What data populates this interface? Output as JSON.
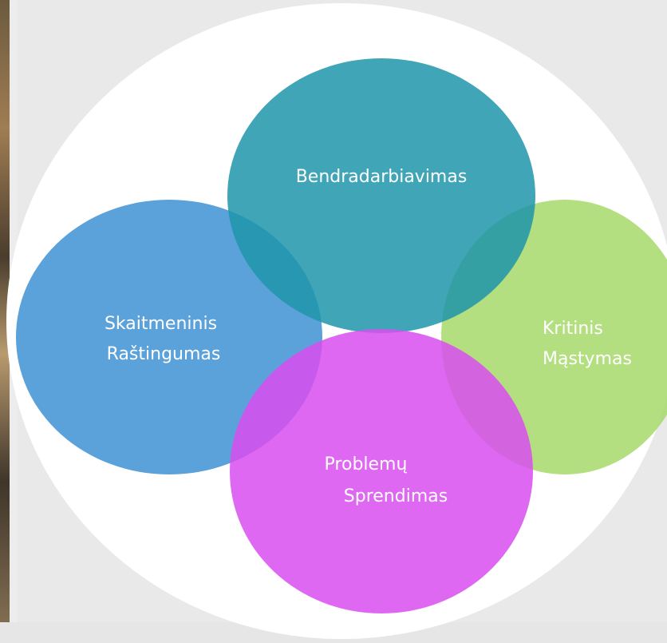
{
  "diagram": {
    "nodes": [
      {
        "id": "bendradarbiavimas",
        "lines": [
          "Bendradarbiavimas"
        ],
        "color": "#1f95aa",
        "text_color": "#ffffff"
      },
      {
        "id": "skaitmeninis",
        "lines": [
          "Skaitmeninis",
          "Raštingumas"
        ],
        "color": "#3f92d3",
        "text_color": "#ffffff"
      },
      {
        "id": "kritinis",
        "lines": [
          "Kritinis",
          "Mąstymas"
        ],
        "color": "#a6d96a",
        "text_color": "#ffffff"
      },
      {
        "id": "problemu",
        "lines": [
          "Problemų",
          "Sprendimas"
        ],
        "color": "#d94ef0",
        "text_color": "#ffffff"
      }
    ]
  }
}
